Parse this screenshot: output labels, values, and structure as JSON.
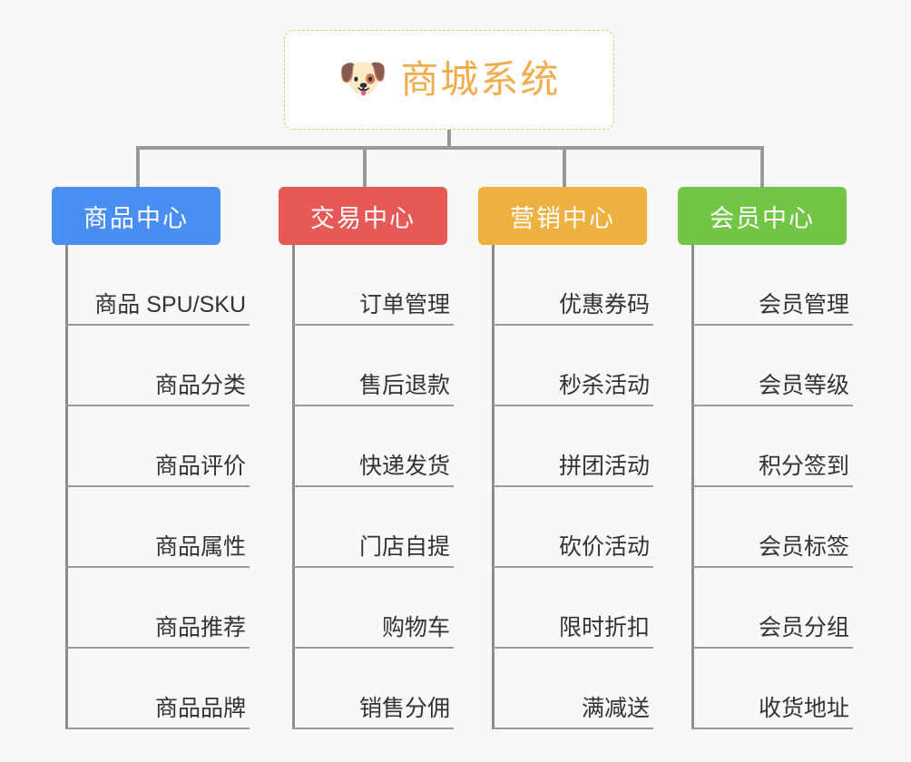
{
  "diagram": {
    "title": "商城系统",
    "root": {
      "label": "商城系统",
      "icon": "shiba-dog-face-icon",
      "emoji": "🐶",
      "text_color": "#f0ad4e",
      "border_color": "#f0c269",
      "background": "#ffffff"
    },
    "connector_color": "#999999",
    "background": "#f8f8f8",
    "branches": [
      {
        "label": "商品中心",
        "color": "#4a8ef2",
        "leaves": [
          "商品 SPU/SKU",
          "商品分类",
          "商品评价",
          "商品属性",
          "商品推荐",
          "商品品牌"
        ]
      },
      {
        "label": "交易中心",
        "color": "#e55a56",
        "leaves": [
          "订单管理",
          "售后退款",
          "快递发货",
          "门店自提",
          "购物车",
          "销售分佣"
        ]
      },
      {
        "label": "营销中心",
        "color": "#eeb03e",
        "leaves": [
          "优惠券码",
          "秒杀活动",
          "拼团活动",
          "砍价活动",
          "限时折扣",
          "满减送"
        ]
      },
      {
        "label": "会员中心",
        "color": "#73c645",
        "leaves": [
          "会员管理",
          "会员等级",
          "积分签到",
          "会员标签",
          "会员分组",
          "收货地址"
        ]
      }
    ]
  }
}
